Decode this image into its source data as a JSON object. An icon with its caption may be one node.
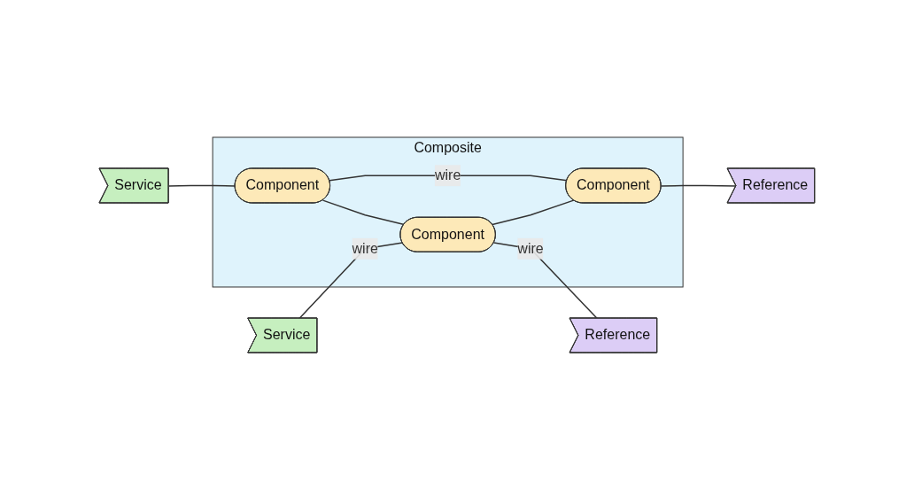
{
  "diagram": {
    "nodes": [
      {
        "text": [
          "Composite"
        ]
      },
      {
        "text": [
          "Service"
        ]
      },
      {
        "text": [
          "Component"
        ],
        "in": 0
      },
      {
        "text": [
          "Component"
        ],
        "in": 0
      },
      {
        "text": [
          "Reference"
        ]
      },
      {
        "text": [
          "Service"
        ]
      },
      {
        "text": [
          "Component"
        ],
        "in": 0
      },
      {
        "text": [
          "Reference"
        ]
      }
    ],
    "edges": [
      {
        "from": 1,
        "to": 2,
        "arrow": "none"
      },
      {
        "from": 2,
        "to": 3,
        "label": "wire",
        "arrow": "none"
      },
      {
        "from": 3,
        "to": 4,
        "arrow": "none"
      },
      {
        "from": 2,
        "to": 6,
        "arrow": "none"
      },
      {
        "from": 6,
        "to": 3,
        "arrow": "none"
      },
      {
        "from": 5,
        "to": 6,
        "label": "wire",
        "arrow": "none"
      },
      {
        "from": 6,
        "to": 7,
        "label": "wire",
        "arrow": "none"
      }
    ]
  }
}
